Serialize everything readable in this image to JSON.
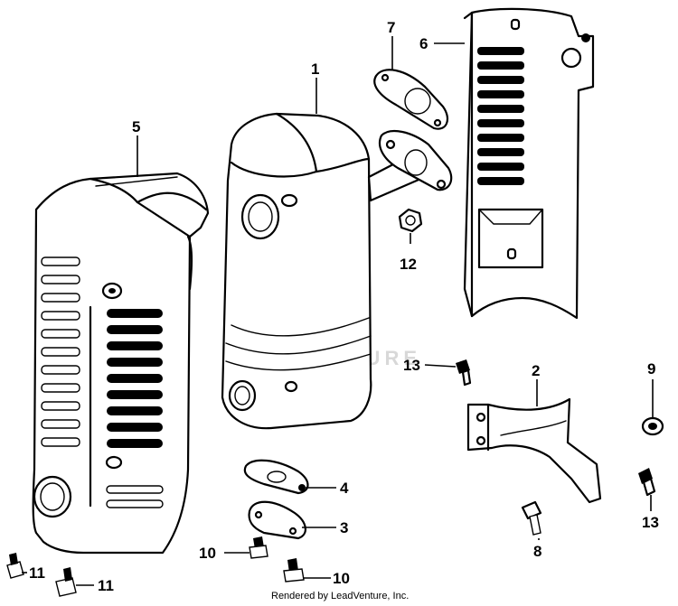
{
  "watermark": "LEADVENTURE",
  "credit": "Rendered by LeadVenture, Inc.",
  "callouts": {
    "c1": "1",
    "c2": "2",
    "c3": "3",
    "c4": "4",
    "c5": "5",
    "c6": "6",
    "c7": "7",
    "c8": "8",
    "c9": "9",
    "c10a": "10",
    "c10b": "10",
    "c11a": "11",
    "c11b": "11",
    "c12": "12",
    "c13a": "13",
    "c13b": "13"
  }
}
